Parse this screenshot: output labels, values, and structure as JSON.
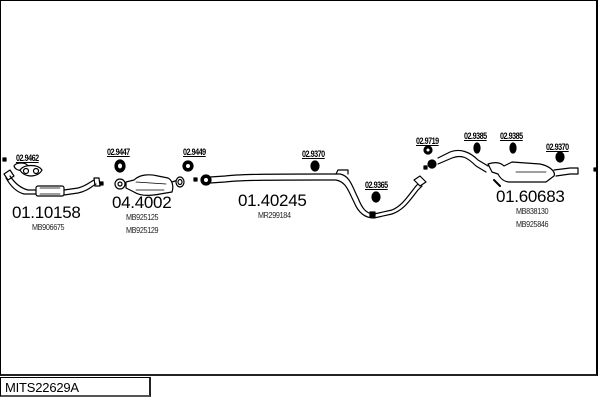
{
  "diagram": {
    "title_code": "MITS22629A",
    "parts": [
      {
        "part_number": "01.10158",
        "oem_numbers": [
          "MB906675"
        ],
        "description": "front-pipe"
      },
      {
        "part_number": "04.4002",
        "oem_numbers": [
          "MB925125",
          "MB925129"
        ],
        "description": "catalytic-converter"
      },
      {
        "part_number": "01.40245",
        "oem_numbers": [
          "MR299184"
        ],
        "description": "middle-pipe"
      },
      {
        "part_number": "01.60683",
        "oem_numbers": [
          "MB838130",
          "MB925846"
        ],
        "description": "rear-silencer"
      }
    ],
    "fittings": [
      {
        "code": "02.9462"
      },
      {
        "code": "02.9447"
      },
      {
        "code": "02.9449"
      },
      {
        "code": "02.9370"
      },
      {
        "code": "02.9365"
      },
      {
        "code": "02.9719"
      },
      {
        "code": "02.9385"
      },
      {
        "code": "02.9385"
      },
      {
        "code": "02.9370"
      }
    ],
    "colors": {
      "line": "#000000",
      "background": "#ffffff"
    }
  }
}
